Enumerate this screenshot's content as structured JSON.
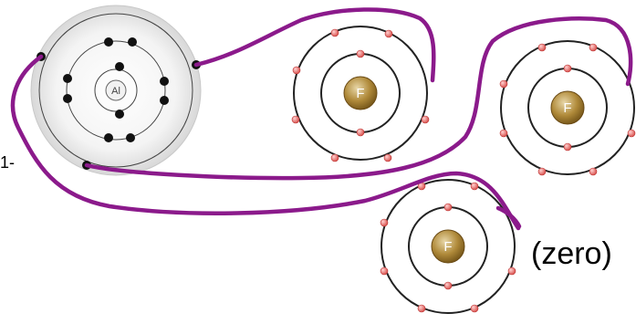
{
  "atoms": {
    "aluminum": {
      "symbol": "Al"
    },
    "fluorine_1": {
      "symbol": "F"
    },
    "fluorine_2": {
      "symbol": "F"
    },
    "fluorine_3": {
      "symbol": "F"
    }
  },
  "partial_text": "1-",
  "zero_text": "(zero)",
  "colors": {
    "bond_line": "#8b1a8b",
    "al_electron": "#111111",
    "f_electron": "#e06a6a",
    "f_nucleus": "#9a7a2e",
    "shell": "#222222"
  }
}
